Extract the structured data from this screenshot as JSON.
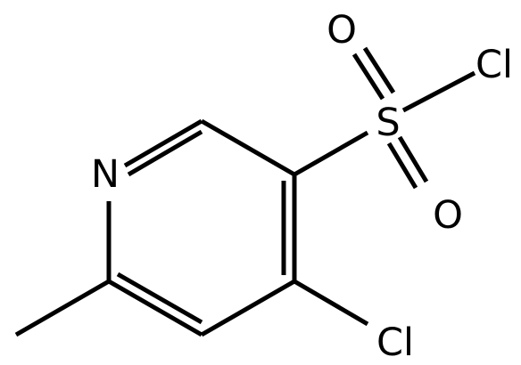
{
  "molecule": {
    "atoms": {
      "o_top": "O",
      "o_bottom": "O",
      "s": "S",
      "cl_sulfonyl": "Cl",
      "n": "N",
      "cl_ring": "Cl"
    },
    "bond_color": "#000000",
    "label_color": "#000000"
  }
}
